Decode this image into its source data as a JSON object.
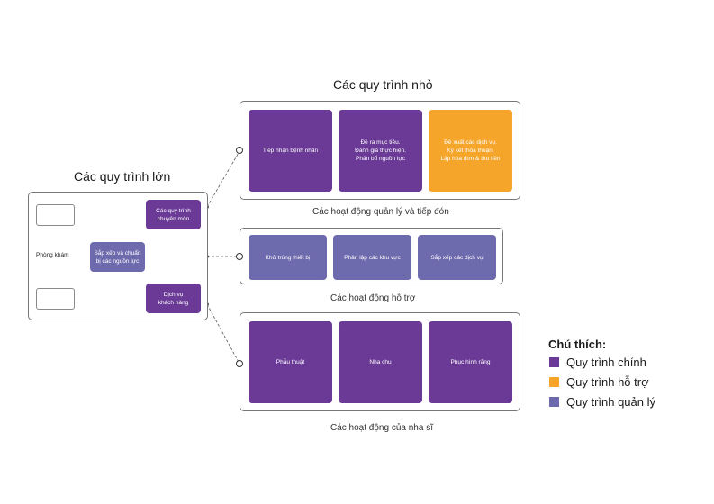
{
  "large_title": "Các quy trình lớn",
  "small_title": "Các quy trình nhỏ",
  "colors": {
    "main": "#6a3a96",
    "support": "#f5a52a",
    "management": "#6e6aae"
  },
  "large_panel": {
    "label": "Phòng khám",
    "boxes": [
      {
        "text": "Các quy trình\nchuyên môn",
        "type": "main"
      },
      {
        "text": "Sắp xếp và chuẩn\nbị các nguồn lực",
        "type": "management"
      },
      {
        "text": "Dịch vụ\nkhách hàng",
        "type": "main"
      }
    ]
  },
  "groups": [
    {
      "caption": "Các hoạt động quản lý và tiếp đón",
      "boxes": [
        {
          "text": "Tiếp nhận bệnh nhân",
          "type": "main"
        },
        {
          "text": "Đề ra mục tiêu.\nĐánh giá thực hiện.\nPhân bổ nguồn lực",
          "type": "main"
        },
        {
          "text": "Đề xuất các dịch vụ.\nKý kết thỏa thuận.\nLập hóa đơn & thu tiền",
          "type": "support"
        }
      ]
    },
    {
      "caption": "Các hoạt động hỗ trợ",
      "boxes": [
        {
          "text": "Khử trùng thiết bị",
          "type": "management"
        },
        {
          "text": "Phân lập các khu vực",
          "type": "management"
        },
        {
          "text": "Sắp xếp các dịch vụ",
          "type": "management"
        }
      ]
    },
    {
      "caption": "Các hoạt động của nha sĩ",
      "boxes": [
        {
          "text": "Phẫu thuật",
          "type": "main"
        },
        {
          "text": "Nha chu",
          "type": "main"
        },
        {
          "text": "Phục hình răng",
          "type": "main"
        }
      ]
    }
  ],
  "legend": {
    "title": "Chú thích:",
    "items": [
      {
        "label": "Quy trình chính",
        "color": "#6a3a96"
      },
      {
        "label": "Quy trình hỗ trợ",
        "color": "#f5a52a"
      },
      {
        "label": "Quy trình quản lý",
        "color": "#6e6aae"
      }
    ]
  }
}
